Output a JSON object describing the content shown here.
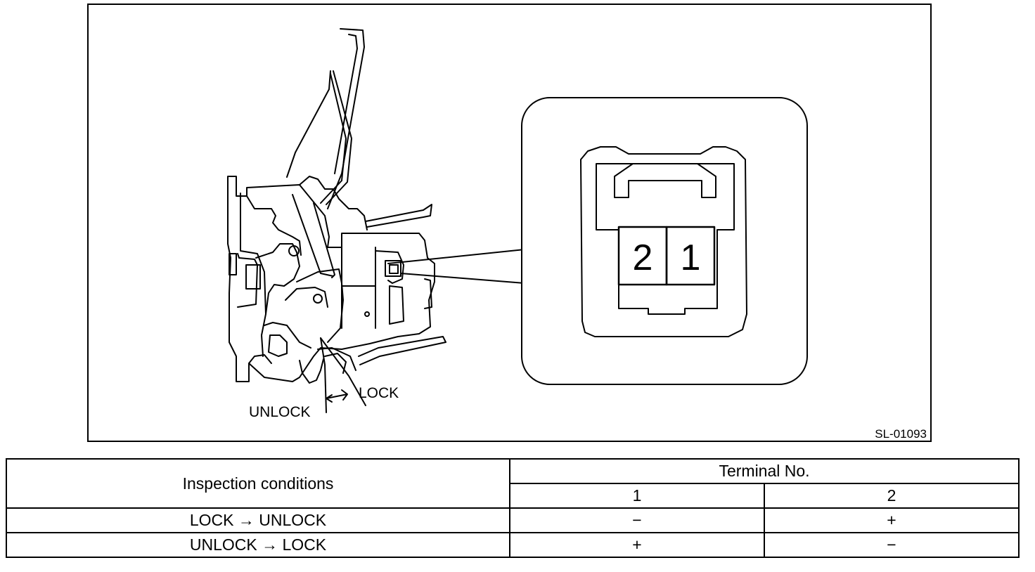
{
  "figure": {
    "id_label": "SL-01093",
    "callouts": {
      "lock": "LOCK",
      "unlock": "UNLOCK"
    },
    "connector": {
      "terminals": [
        {
          "number": "2"
        },
        {
          "number": "1"
        }
      ]
    }
  },
  "table": {
    "header": {
      "conditions": "Inspection conditions",
      "terminal_group": "Terminal No.",
      "terminal_1": "1",
      "terminal_2": "2"
    },
    "rows": [
      {
        "condition": "LOCK → UNLOCK",
        "t1": "−",
        "t2": "+"
      },
      {
        "condition": "UNLOCK → LOCK",
        "t1": "+",
        "t2": "−"
      }
    ]
  }
}
